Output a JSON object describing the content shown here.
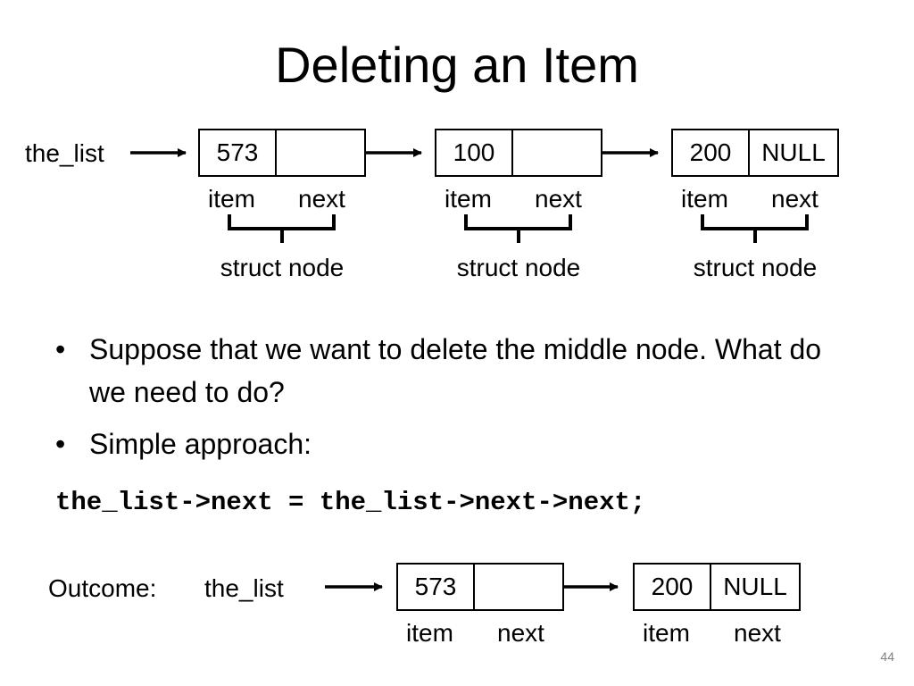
{
  "slide": {
    "title": "Deleting an Item",
    "page_number": "44"
  },
  "top_diagram": {
    "head_label": "the_list",
    "nodes": [
      {
        "item": "573",
        "next": ""
      },
      {
        "item": "100",
        "next": ""
      },
      {
        "item": "200",
        "next": "NULL"
      }
    ],
    "field_labels": {
      "item": "item",
      "next": "next"
    },
    "struct_label": "struct node"
  },
  "bullets": [
    "Suppose that we want to delete the middle node. What do we need to do?",
    "Simple approach:"
  ],
  "bullet_symbol": "•",
  "code": "the_list->next = the_list->next->next;",
  "outcome_diagram": {
    "caption": "Outcome:",
    "head_label": "the_list",
    "nodes": [
      {
        "item": "573",
        "next": ""
      },
      {
        "item": "200",
        "next": "NULL"
      }
    ],
    "field_labels": {
      "item": "item",
      "next": "next"
    }
  }
}
